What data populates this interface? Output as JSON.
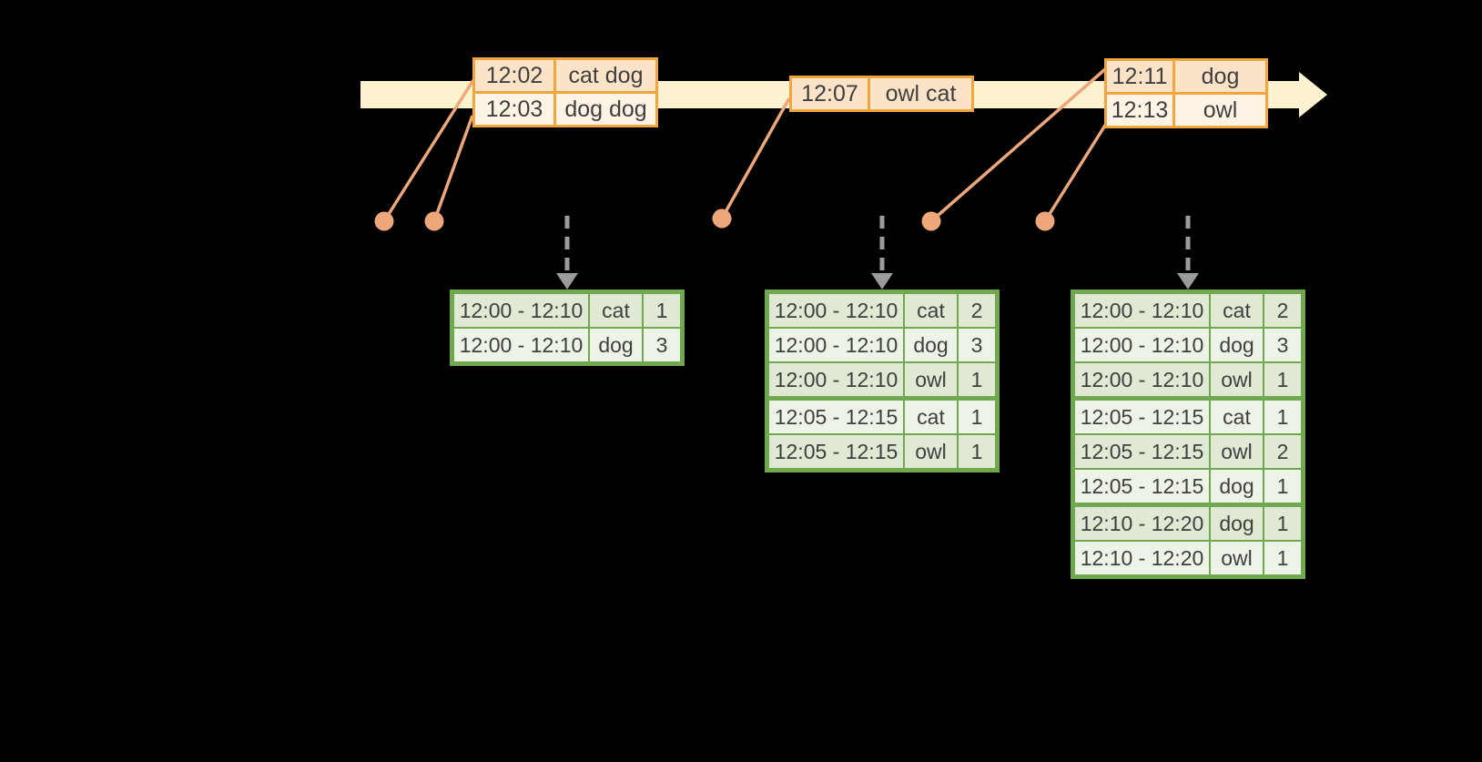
{
  "colors": {
    "background": "#000000",
    "timeline_fill": "#fdf2d0",
    "event_border": "#f0a63c",
    "event_row_dark": "#fae3c6",
    "event_row_light": "#fdf4e5",
    "result_border": "#6fa84f",
    "result_row_dark": "#dfe9d3",
    "result_row_light": "#eef3e8",
    "connector": "#eda77b",
    "flow_arrow": "#9b9b9b",
    "text": "#3f3f3f"
  },
  "event_tables": [
    {
      "rows": [
        {
          "time": "12:02",
          "words": "cat dog"
        },
        {
          "time": "12:03",
          "words": "dog dog"
        }
      ]
    },
    {
      "rows": [
        {
          "time": "12:07",
          "words": "owl cat"
        }
      ]
    },
    {
      "rows": [
        {
          "time": "12:11",
          "words": "dog"
        },
        {
          "time": "12:13",
          "words": "owl"
        }
      ]
    }
  ],
  "result_tables": [
    {
      "rows": [
        {
          "window": "12:00 - 12:10",
          "word": "cat",
          "count": "1"
        },
        {
          "window": "12:00 - 12:10",
          "word": "dog",
          "count": "3"
        }
      ]
    },
    {
      "rows": [
        {
          "window": "12:00 - 12:10",
          "word": "cat",
          "count": "2"
        },
        {
          "window": "12:00 - 12:10",
          "word": "dog",
          "count": "3"
        },
        {
          "window": "12:00 - 12:10",
          "word": "owl",
          "count": "1"
        },
        {
          "window": "12:05 - 12:15",
          "word": "cat",
          "count": "1"
        },
        {
          "window": "12:05 - 12:15",
          "word": "owl",
          "count": "1"
        }
      ]
    },
    {
      "rows": [
        {
          "window": "12:00 - 12:10",
          "word": "cat",
          "count": "2"
        },
        {
          "window": "12:00 - 12:10",
          "word": "dog",
          "count": "3"
        },
        {
          "window": "12:00 - 12:10",
          "word": "owl",
          "count": "1"
        },
        {
          "window": "12:05 - 12:15",
          "word": "cat",
          "count": "1"
        },
        {
          "window": "12:05 - 12:15",
          "word": "owl",
          "count": "2"
        },
        {
          "window": "12:05 - 12:15",
          "word": "dog",
          "count": "1"
        },
        {
          "window": "12:10 - 12:20",
          "word": "dog",
          "count": "1"
        },
        {
          "window": "12:10 - 12:20",
          "word": "owl",
          "count": "1"
        }
      ]
    }
  ]
}
